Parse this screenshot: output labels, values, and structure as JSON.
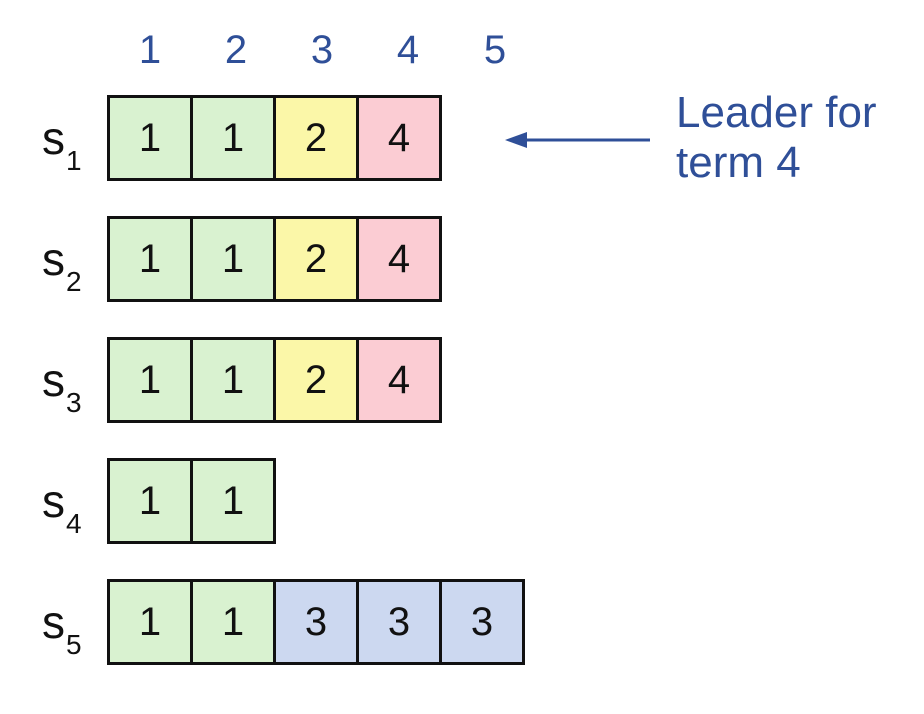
{
  "indices": [
    "1",
    "2",
    "3",
    "4",
    "5"
  ],
  "term_colors": {
    "1": "#d9f2d0",
    "2": "#fbf7a8",
    "3": "#ccd8f0",
    "4": "#fbccd3"
  },
  "servers": [
    {
      "name": "s",
      "sub": "1",
      "entries": [
        "1",
        "1",
        "2",
        "4"
      ]
    },
    {
      "name": "s",
      "sub": "2",
      "entries": [
        "1",
        "1",
        "2",
        "4"
      ]
    },
    {
      "name": "s",
      "sub": "3",
      "entries": [
        "1",
        "1",
        "2",
        "4"
      ]
    },
    {
      "name": "s",
      "sub": "4",
      "entries": [
        "1",
        "1"
      ]
    },
    {
      "name": "s",
      "sub": "5",
      "entries": [
        "1",
        "1",
        "3",
        "3",
        "3"
      ]
    }
  ],
  "annotation": {
    "line1": "Leader for",
    "line2": "term 4",
    "color": "#2f4f98"
  }
}
